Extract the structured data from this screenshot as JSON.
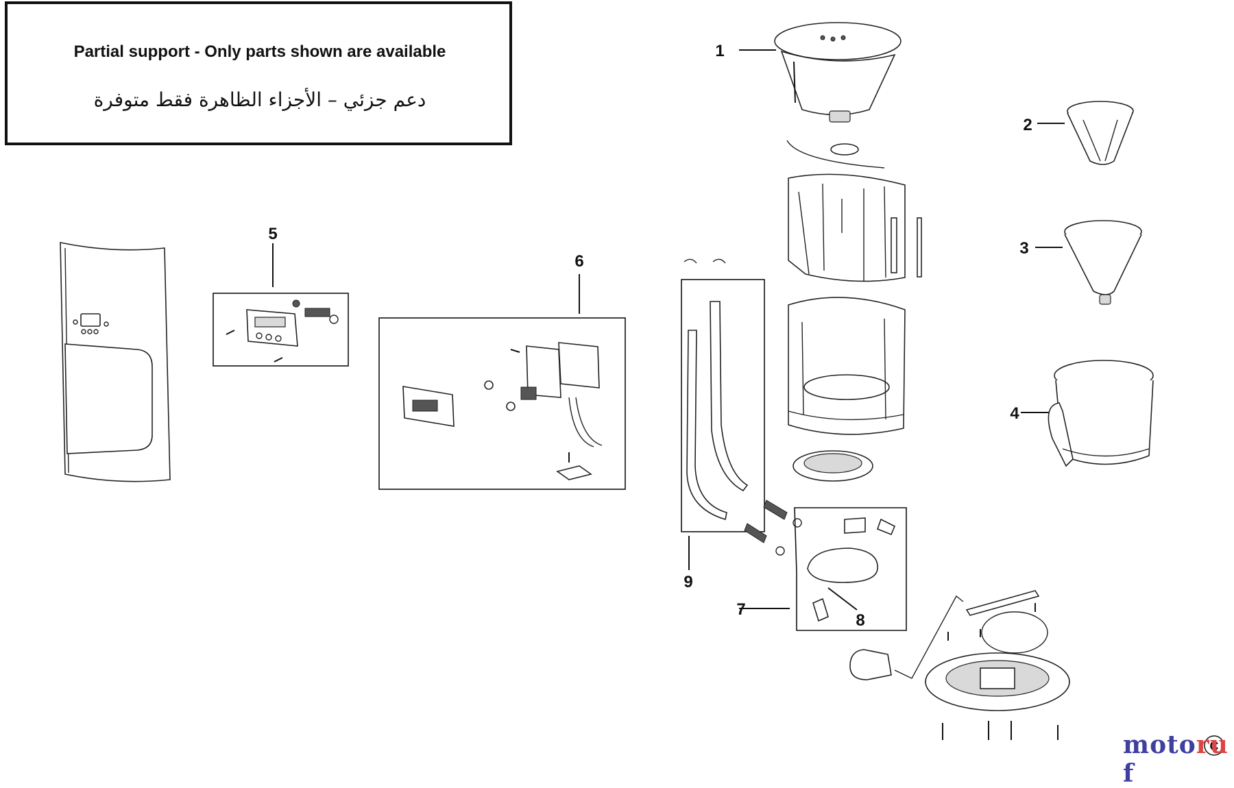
{
  "notice": {
    "english": "Partial support - Only parts shown are available",
    "arabic": "دعم جزئي – الأجزاء الظاهرة فقط متوفرة"
  },
  "callouts": [
    "1",
    "2",
    "3",
    "4",
    "5",
    "6",
    "7",
    "8",
    "9"
  ],
  "watermark": {
    "part1": "moto",
    "part2": "ru",
    "part3": "f",
    "trademark": "C"
  },
  "colors": {
    "watermark_blue": "#3f3fa0",
    "watermark_red": "#d44444",
    "line": "#111111"
  }
}
